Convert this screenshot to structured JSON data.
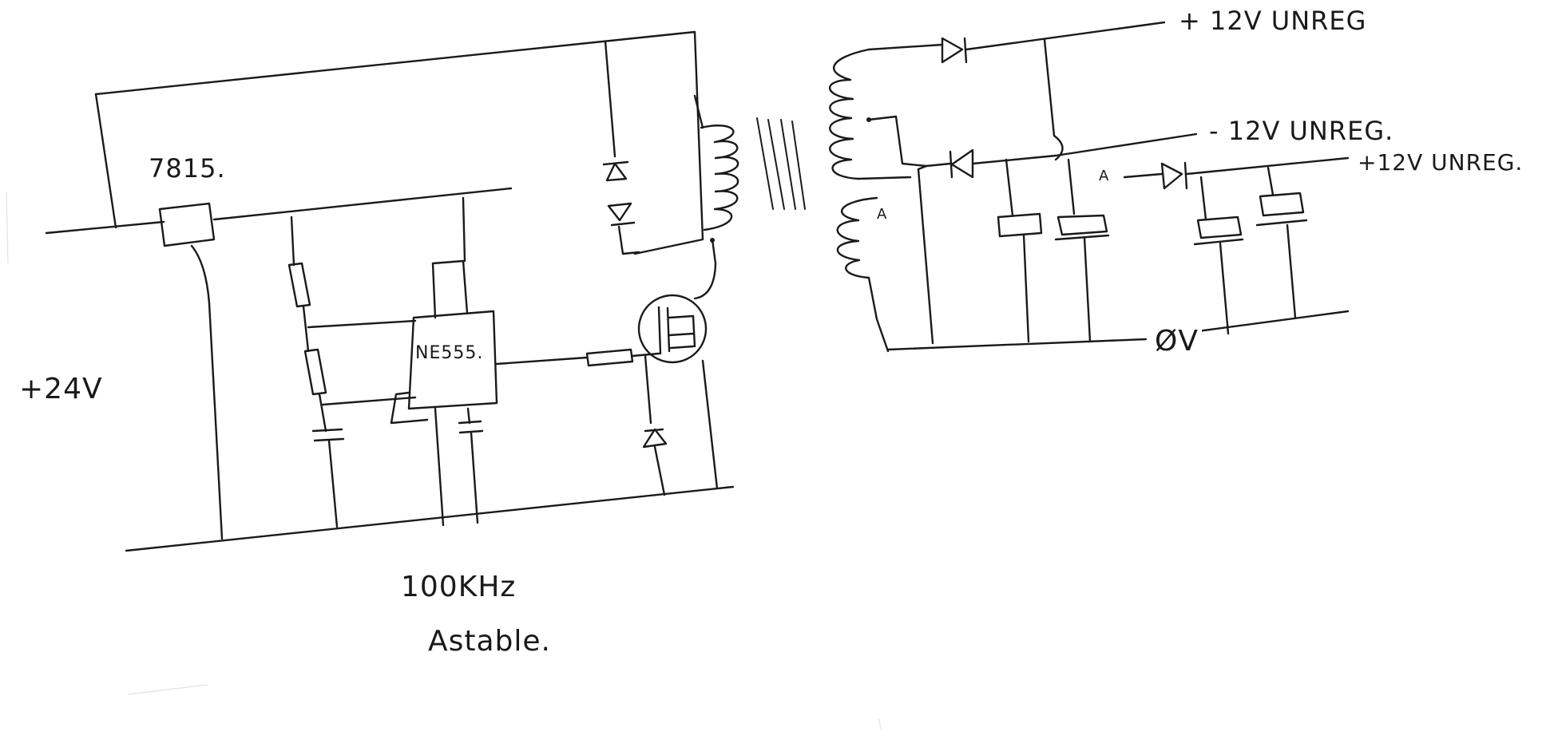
{
  "diagram": {
    "labels": {
      "input_voltage": "+24V",
      "regulator": "7815.",
      "timer_ic": "NE555.",
      "frequency": "100KHz",
      "mode": "Astable.",
      "out_pos_top": "+ 12V UNREG",
      "out_neg": "- 12V UNREG.",
      "out_pos_second": "+12V UNREG.",
      "ground": "ØV",
      "tap_a_secondary": "A",
      "tap_a_rectifier": "A"
    },
    "ink_color": "#1a1a1a",
    "paper_color": "#ffffff"
  }
}
